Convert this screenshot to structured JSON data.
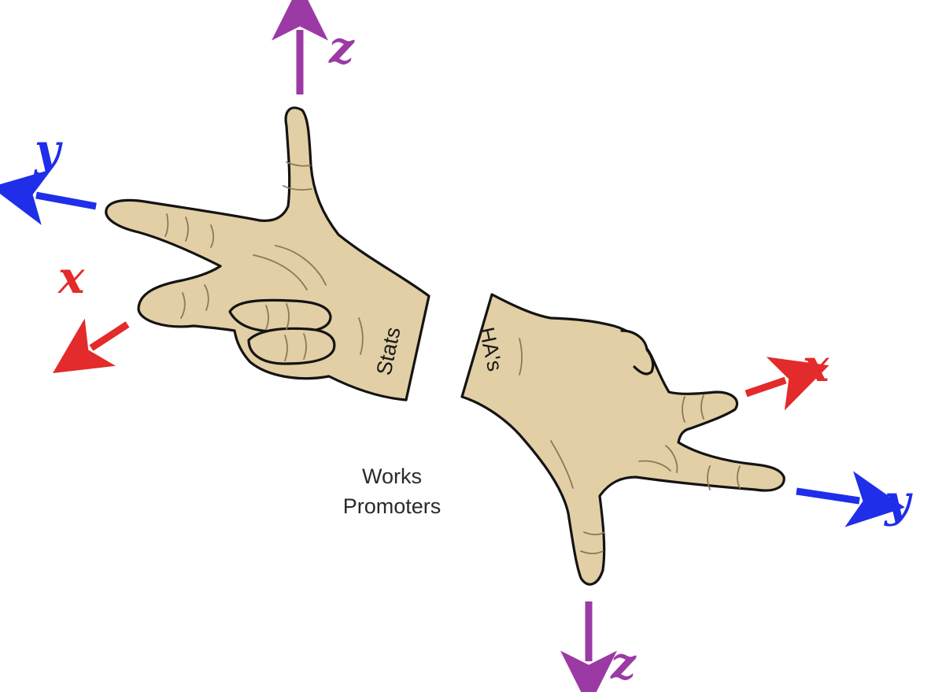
{
  "colors": {
    "x_axis": "#e32b2b",
    "y_axis": "#1f2ee8",
    "z_axis": "#9b3aa5",
    "skin": "#e2cfa5",
    "outline": "#141414"
  },
  "left_hand": {
    "wrist_label": "Stats",
    "axes": {
      "x": "x",
      "y": "y",
      "z": "z"
    }
  },
  "right_hand": {
    "wrist_label": "HA's",
    "axes": {
      "x": "x",
      "y": "y",
      "z": "z"
    }
  },
  "caption": {
    "line1": "Works",
    "line2": "Promoters"
  },
  "icons": [
    "left-hand-icon",
    "right-hand-icon",
    "arrow-icon"
  ]
}
